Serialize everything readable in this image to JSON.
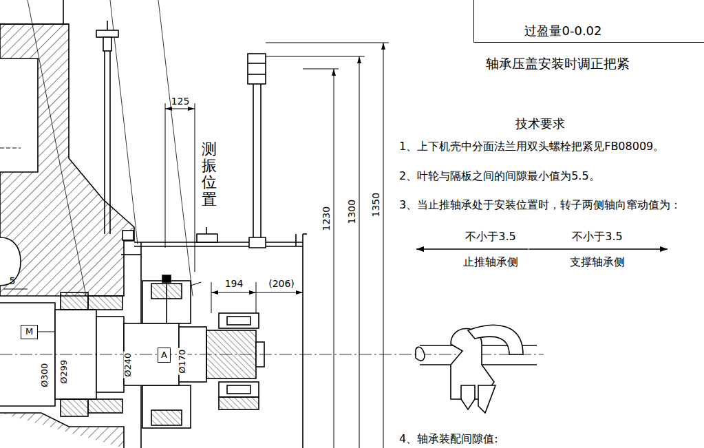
{
  "diagram": {
    "nodes": [
      {
        "text": [
          "过盈量0-0.02"
        ]
      },
      {
        "text": [
          "M"
        ]
      },
      {
        "text": [
          "A"
        ]
      }
    ],
    "labels": [
      "125",
      "测振位置",
      "1230",
      "1300",
      "1350",
      "194",
      "(206)",
      "5",
      "Ø300",
      "Ø299",
      "Ø240",
      "Ø170",
      "轴承压盖安装时调正把紧",
      "技术要求",
      "1、上下机壳中分面法兰用双头螺栓把紧见FB08009。",
      "2、叶轮与隔板之间的间隙最小值为5.5。",
      "3、当止推轴承处于安装位置时，转子两侧轴向窜动值为：",
      "不小于3.5",
      "不小于3.5",
      "止推轴承侧",
      "支撑轴承侧",
      "4、轴承装配间隙值:"
    ]
  }
}
